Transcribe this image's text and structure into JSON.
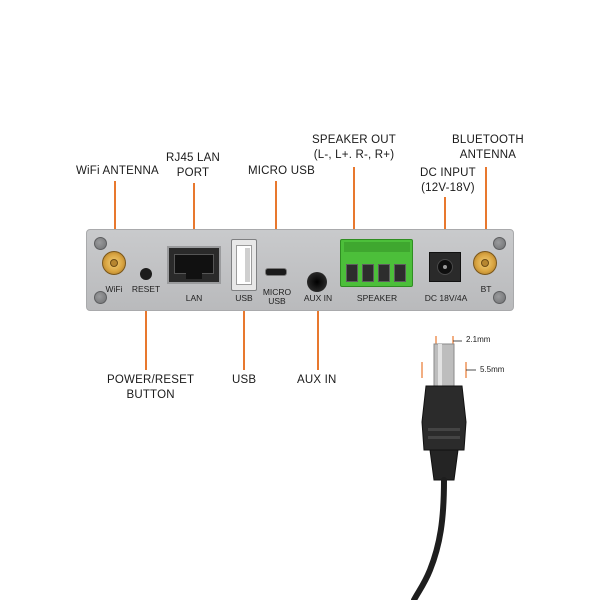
{
  "callouts": {
    "wifi_antenna": "WiFi ANTENNA",
    "rj45_line1": "RJ45 LAN",
    "rj45_line2": "PORT",
    "micro_usb": "MICRO USB",
    "speaker_line1": "SPEAKER OUT",
    "speaker_line2": "(L-, L+. R-, R+)",
    "bt_line1": "BLUETOOTH",
    "bt_line2": "ANTENNA",
    "dc_line1": "DC INPUT",
    "dc_line2": "(12V-18V)",
    "reset_line1": "POWER/RESET",
    "reset_line2": "BUTTON",
    "usb": "USB",
    "aux": "AUX IN"
  },
  "panel_labels": {
    "wifi": "WiFi",
    "reset": "RESET",
    "lan": "LAN",
    "usb": "USB",
    "micro_line1": "MICRO",
    "micro_line2": "USB",
    "aux": "AUX IN",
    "speaker": "SPEAKER",
    "dc": "DC 18V/4A",
    "bt": "BT"
  },
  "connector": {
    "inner_dim": "2.1mm",
    "outer_dim": "5.5mm"
  },
  "colors": {
    "leader": "#e8782e",
    "panel": "#c4c5c7",
    "terminal_block": "#4cbf3a",
    "antenna_gold": "#d9a441"
  }
}
